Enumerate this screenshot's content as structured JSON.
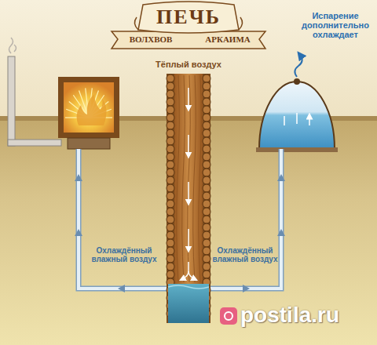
{
  "diagram": {
    "title": "ПЕЧЬ",
    "labels": [
      "ВОЛХВОВ",
      "АРКАИМА",
      "Тёплый воздух",
      "Испарение дополнительно охлаждает",
      "Охлаждённый влажный воздух",
      "Охлаждённый влажный воздух",
      "postila.ru"
    ]
  }
}
